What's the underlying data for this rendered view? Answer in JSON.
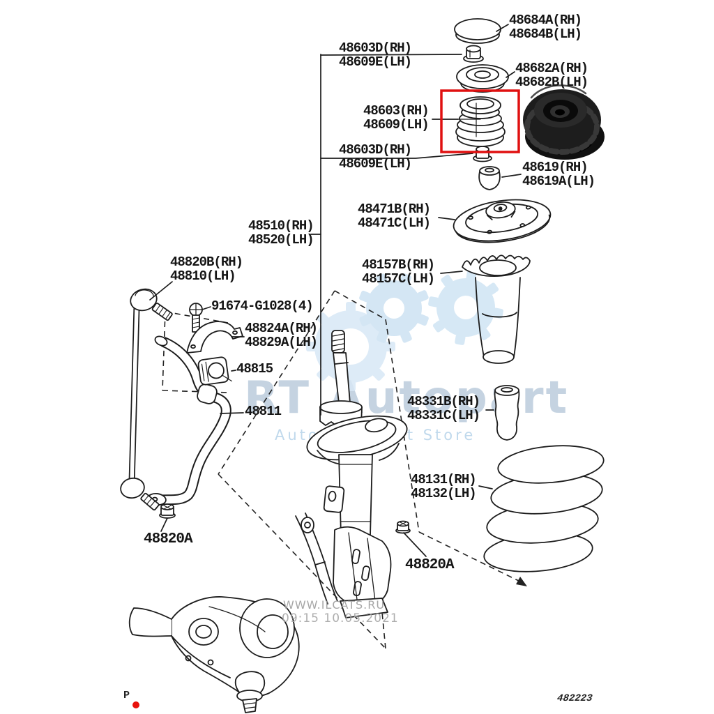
{
  "diagram": {
    "parts": [
      {
        "line1": "48684A(RH)",
        "line2": "48684B(LH)"
      },
      {
        "line1": "48603D(RH)",
        "line2": "48609E(LH)"
      },
      {
        "line1": "48682A(RH)",
        "line2": "48682B(LH)"
      },
      {
        "line1": "48603(RH)",
        "line2": "48609(LH)",
        "highlighted": true
      },
      {
        "line1": "48603D(RH)",
        "line2": "48609E(LH)"
      },
      {
        "line1": "48619(RH)",
        "line2": "48619A(LH)"
      },
      {
        "line1": "48471B(RH)",
        "line2": "48471C(LH)"
      },
      {
        "line1": "48510(RH)",
        "line2": "48520(LH)"
      },
      {
        "line1": "48157B(RH)",
        "line2": "48157C(LH)"
      },
      {
        "line1": "48820B(RH)",
        "line2": "48810(LH)"
      },
      {
        "line1": "91674-G1028(4)"
      },
      {
        "line1": "48824A(RH)",
        "line2": "48829A(LH)"
      },
      {
        "line1": "48815"
      },
      {
        "line1": "48811"
      },
      {
        "line1": "48331B(RH)",
        "line2": "48331C(LH)"
      },
      {
        "line1": "48131(RH)",
        "line2": "48132(LH)"
      },
      {
        "line1": "48820A"
      },
      {
        "line1": "48820A"
      }
    ],
    "watermark": {
      "brand": "RT Autopart",
      "tagline": "Autosparepart Store",
      "site": "WWW.ILCATS.RU",
      "timestamp": "09:15 10.05.2021"
    },
    "footer": {
      "page_marker": "P",
      "diagram_number": "482223"
    },
    "colors": {
      "highlight_box": "#e01010",
      "marker_dot": "#e8120c",
      "watermark_blue": "#b7c9da",
      "watermark_tagline": "#bdd7ec",
      "line": "#1c1c1c",
      "label_text": "#151515"
    }
  }
}
